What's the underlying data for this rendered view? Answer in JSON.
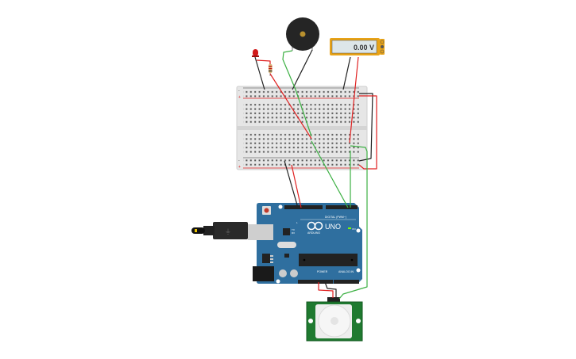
{
  "multimeter": {
    "reading": "0.00 V"
  },
  "arduino": {
    "model": "UNO",
    "brand": "ARDUINO",
    "digital_label": "DIGITAL (PWM~)",
    "power_label": "POWER",
    "analog_label": "ANALOG IN",
    "led_l": "L",
    "led_tx": "TX",
    "led_rx": "RX",
    "led_on": "ON"
  },
  "breadboard": {
    "rail_minus": "-",
    "rail_plus": "+"
  },
  "colors": {
    "wire_red": "#e02020",
    "wire_black": "#222222",
    "wire_green": "#3cb043",
    "arduino_blue": "#2f6f9f",
    "pir_green": "#1f7a30",
    "multimeter_orange": "#e8a317"
  }
}
